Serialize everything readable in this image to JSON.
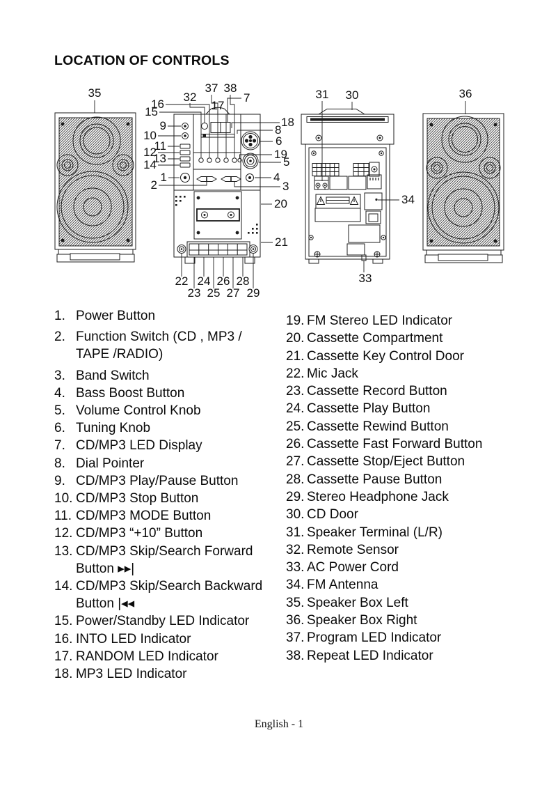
{
  "page": {
    "title": "LOCATION OF CONTROLS",
    "footer": "English - 1"
  },
  "diagram": {
    "callouts": {
      "n1": "1",
      "n2": "2",
      "n3": "3",
      "n4": "4",
      "n5": "5",
      "n6": "6",
      "n7": "7",
      "n8": "8",
      "n9": "9",
      "n10": "10",
      "n11": "11",
      "n12": "12",
      "n13": "13",
      "n14": "14",
      "n15": "15",
      "n16": "16",
      "n17": "17",
      "n18": "18",
      "n19": "19",
      "n20": "20",
      "n21": "21",
      "n22": "22",
      "n23": "23",
      "n24": "24",
      "n25": "25",
      "n26": "26",
      "n27": "27",
      "n28": "28",
      "n29": "29",
      "n30": "30",
      "n31": "31",
      "n32": "32",
      "n33": "33",
      "n34": "34",
      "n35": "35",
      "n36": "36",
      "n37": "37",
      "n38": "38"
    }
  },
  "lists": {
    "left": [
      {
        "num": "1.",
        "lines": [
          "Power Button"
        ]
      },
      {
        "num": "2.",
        "lines": [
          "Function Switch (CD , MP3 /",
          "TAPE /RADIO)"
        ]
      },
      {
        "num": "3.",
        "lines": [
          "Band Switch"
        ]
      },
      {
        "num": "4.",
        "lines": [
          "Bass Boost Button"
        ]
      },
      {
        "num": "5.",
        "lines": [
          "Volume Control Knob"
        ]
      },
      {
        "num": "6.",
        "lines": [
          "Tuning Knob"
        ]
      },
      {
        "num": "7.",
        "lines": [
          "CD/MP3 LED Display"
        ]
      },
      {
        "num": "8.",
        "lines": [
          "Dial Pointer"
        ]
      },
      {
        "num": "9.",
        "lines": [
          "CD/MP3 Play/Pause Button"
        ]
      },
      {
        "num": "10.",
        "lines": [
          "CD/MP3 Stop Button"
        ]
      },
      {
        "num": "11.",
        "lines": [
          "CD/MP3 MODE Button"
        ]
      },
      {
        "num": "12.",
        "lines": [
          "CD/MP3 “+10” Button"
        ]
      },
      {
        "num": "13.",
        "lines": [
          "CD/MP3 Skip/Search Forward",
          "Button ▸▸|"
        ]
      },
      {
        "num": "14.",
        "lines": [
          "CD/MP3 Skip/Search Backward",
          "Button |◂◂"
        ]
      },
      {
        "num": "15.",
        "lines": [
          "Power/Standby LED Indicator"
        ]
      },
      {
        "num": "16.",
        "lines": [
          "INTO LED Indicator"
        ]
      },
      {
        "num": "17.",
        "lines": [
          "RANDOM LED Indicator"
        ]
      },
      {
        "num": "18.",
        "lines": [
          "MP3 LED Indicator"
        ]
      }
    ],
    "right": [
      {
        "num": "19.",
        "lines": [
          "FM Stereo LED Indicator"
        ]
      },
      {
        "num": "20.",
        "lines": [
          "Cassette Compartment"
        ]
      },
      {
        "num": "21.",
        "lines": [
          "Cassette Key Control Door"
        ]
      },
      {
        "num": "22.",
        "lines": [
          "Mic Jack"
        ]
      },
      {
        "num": "23.",
        "lines": [
          "Cassette Record Button"
        ]
      },
      {
        "num": "24.",
        "lines": [
          "Cassette Play Button"
        ]
      },
      {
        "num": "25.",
        "lines": [
          "Cassette Rewind Button"
        ]
      },
      {
        "num": "26.",
        "lines": [
          "Cassette Fast Forward Button"
        ]
      },
      {
        "num": "27.",
        "lines": [
          "Cassette Stop/Eject Button"
        ]
      },
      {
        "num": "28.",
        "lines": [
          "Cassette Pause Button"
        ]
      },
      {
        "num": "29.",
        "lines": [
          "Stereo Headphone Jack"
        ]
      },
      {
        "num": "30.",
        "lines": [
          "CD Door"
        ]
      },
      {
        "num": "31.",
        "lines": [
          "Speaker Terminal (L/R)"
        ]
      },
      {
        "num": "32.",
        "lines": [
          "Remote Sensor"
        ]
      },
      {
        "num": "33.",
        "lines": [
          "AC Power Cord"
        ]
      },
      {
        "num": "34.",
        "lines": [
          "FM Antenna"
        ]
      },
      {
        "num": "35.",
        "lines": [
          "Speaker Box Left"
        ]
      },
      {
        "num": "36.",
        "lines": [
          "Speaker Box Right"
        ]
      },
      {
        "num": "37.",
        "lines": [
          "Program LED Indicator"
        ]
      },
      {
        "num": "38.",
        "lines": [
          "Repeat LED Indicator"
        ]
      }
    ]
  }
}
